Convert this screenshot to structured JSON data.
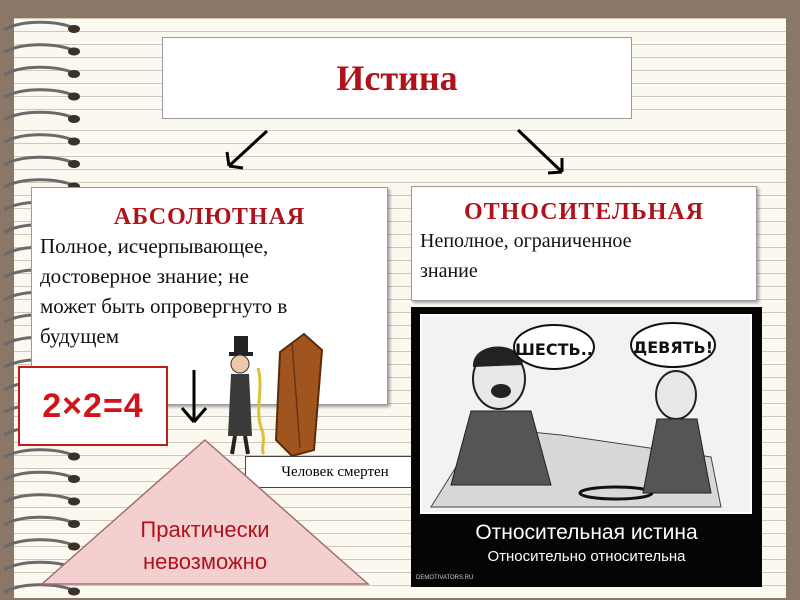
{
  "title": "Истина",
  "absolute": {
    "heading": "АБСОЛЮТНАЯ",
    "lines": [
      "Полное, исчерпывающее,",
      "достоверное знание; не",
      "может быть опровергнуто в",
      "будущем"
    ]
  },
  "relative": {
    "heading": "ОТНОСИТЕЛЬНАЯ",
    "lines": [
      "Неполное, ограниченное",
      "знание"
    ]
  },
  "formula": "2×2=4",
  "mortal_caption": "Человек смертен",
  "triangle_text": [
    "Практически",
    "невозможно"
  ],
  "cartoon": {
    "bubble_left": "ШЕСТЬ..",
    "bubble_right": "ДЕВЯТЬ!",
    "title": "Относительная истина",
    "subtitle": "Относительно относительна",
    "credit": "DEMOTIVATORS.RU"
  },
  "colors": {
    "accent": "#b0121b",
    "triangle_fill": "#f3cfcf",
    "background": "#8b7767"
  }
}
